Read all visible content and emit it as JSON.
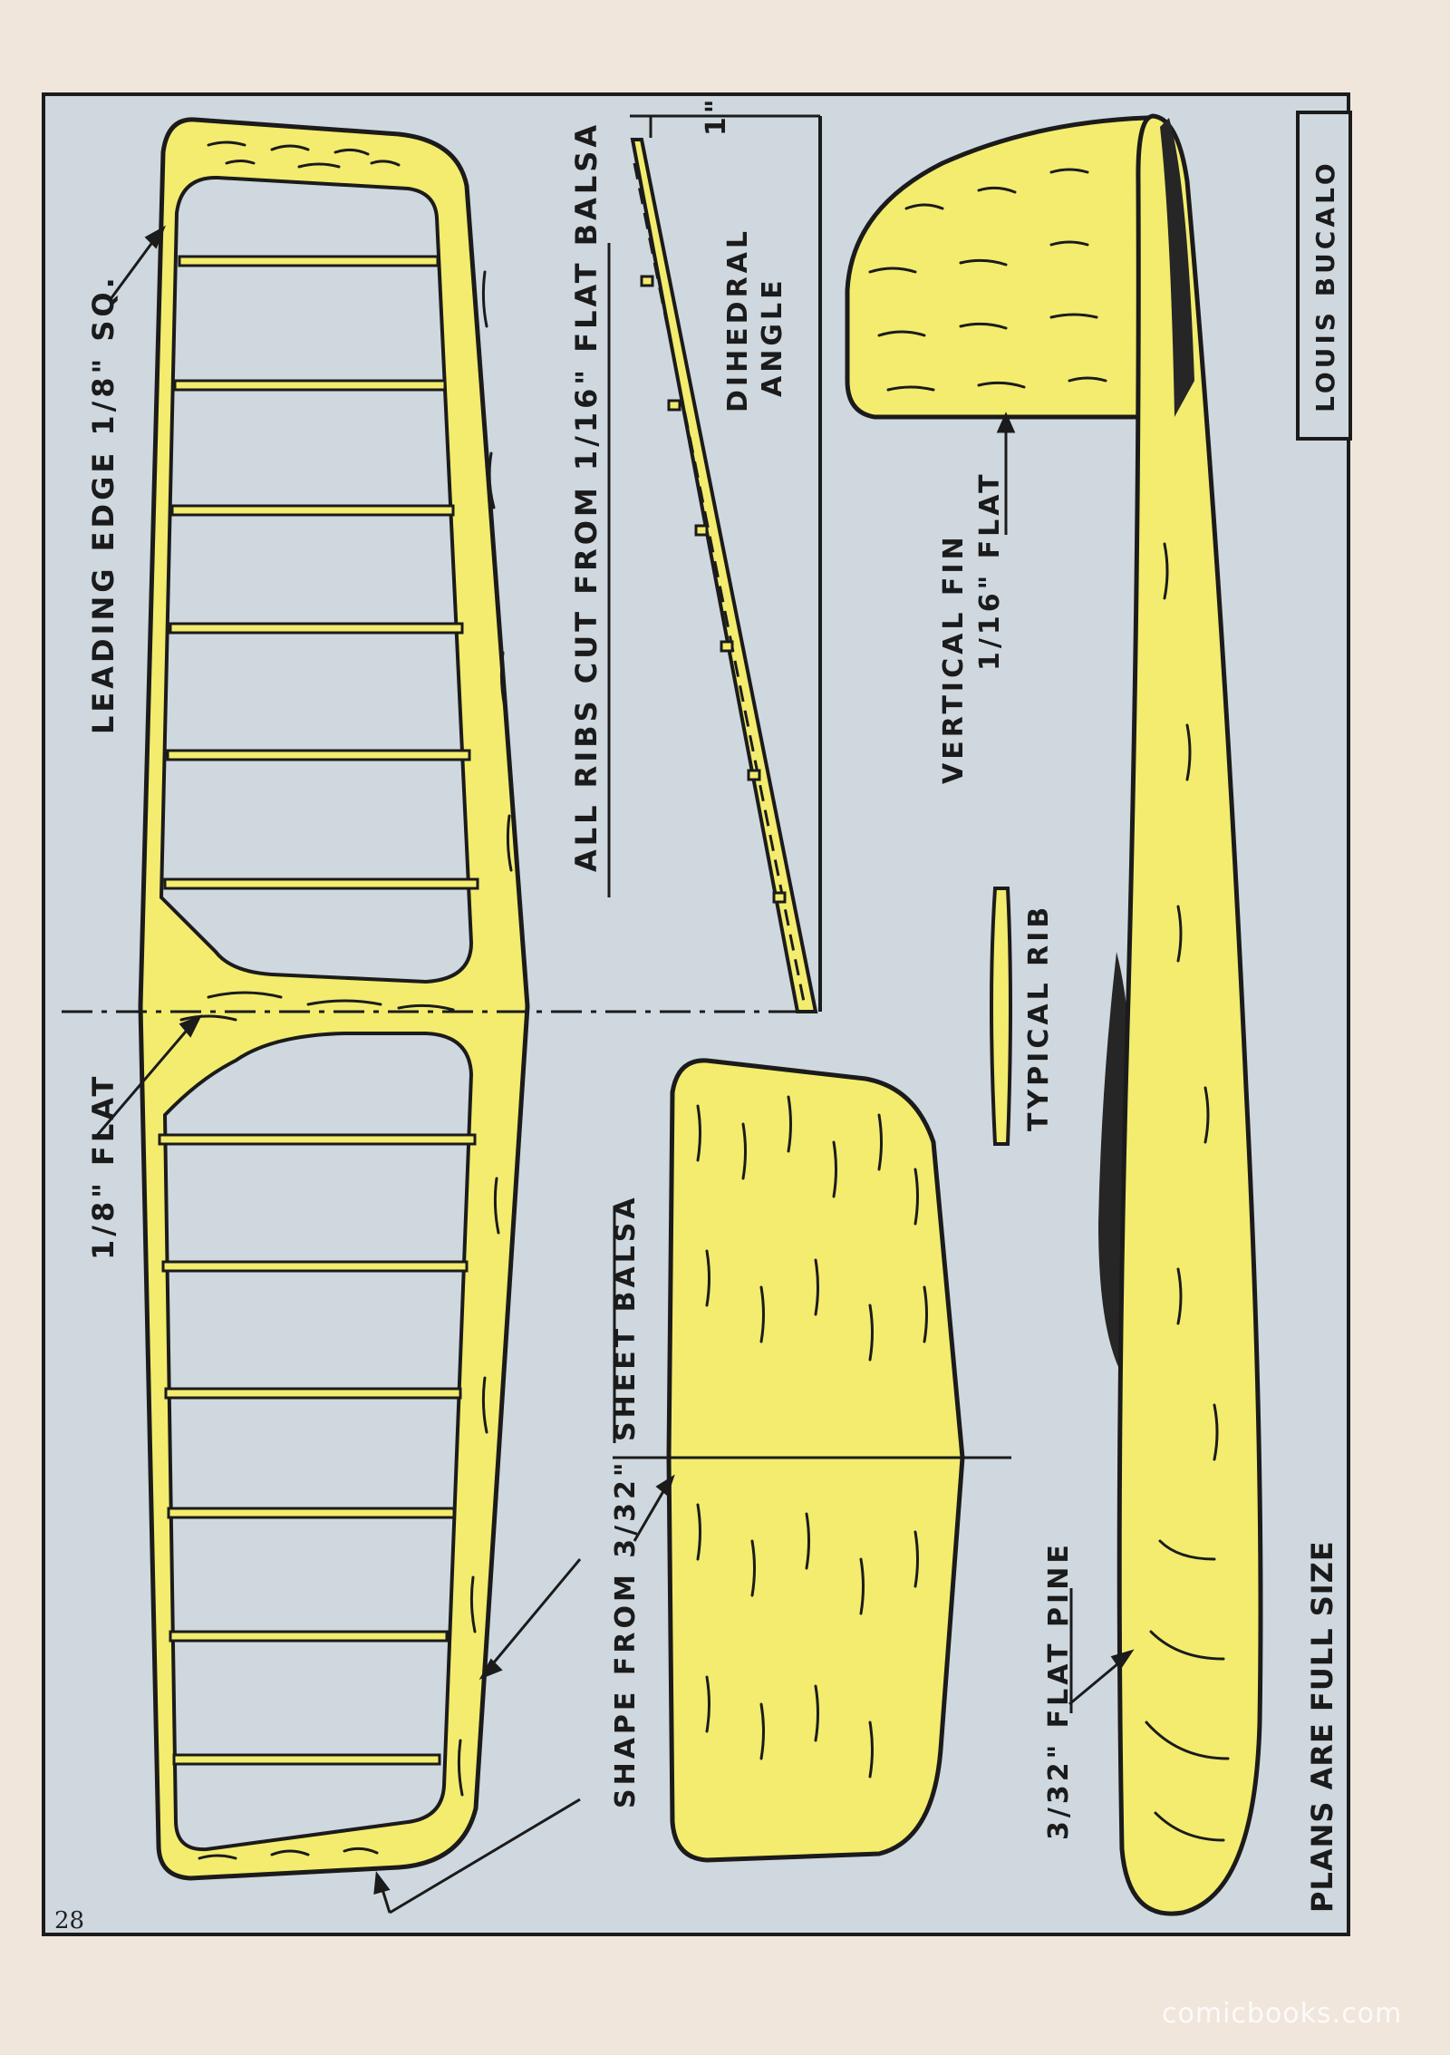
{
  "labels": {
    "leading_edge": "LEADING EDGE 1/8\" SQ.",
    "all_ribs": "ALL RIBS CUT FROM 1/16\" FLAT BALSA",
    "one_inch": "1\"",
    "dihedral": "DIHEDRAL",
    "angle": "ANGLE",
    "author": "LOUIS BUCALO",
    "vertical_fin": "VERTICAL FIN",
    "fin_flat": "1/16\" FLAT",
    "typical_rib": "TYPICAL RIB",
    "eighth_flat": "1/8\" FLAT",
    "sheet_balsa": "SHEET BALSA",
    "shape_from": "SHAPE FROM 3/32\"",
    "flat_pine": "3/32\" FLAT PINE",
    "plans_full_size": "PLANS ARE FULL SIZE"
  },
  "page_number": "28",
  "watermark": "comicbooks.com",
  "colors": {
    "paper": "#f1e6dc",
    "blueprint": "#cfd8df",
    "balsa": "#f3ec6e",
    "ink": "#1b1b1b"
  }
}
